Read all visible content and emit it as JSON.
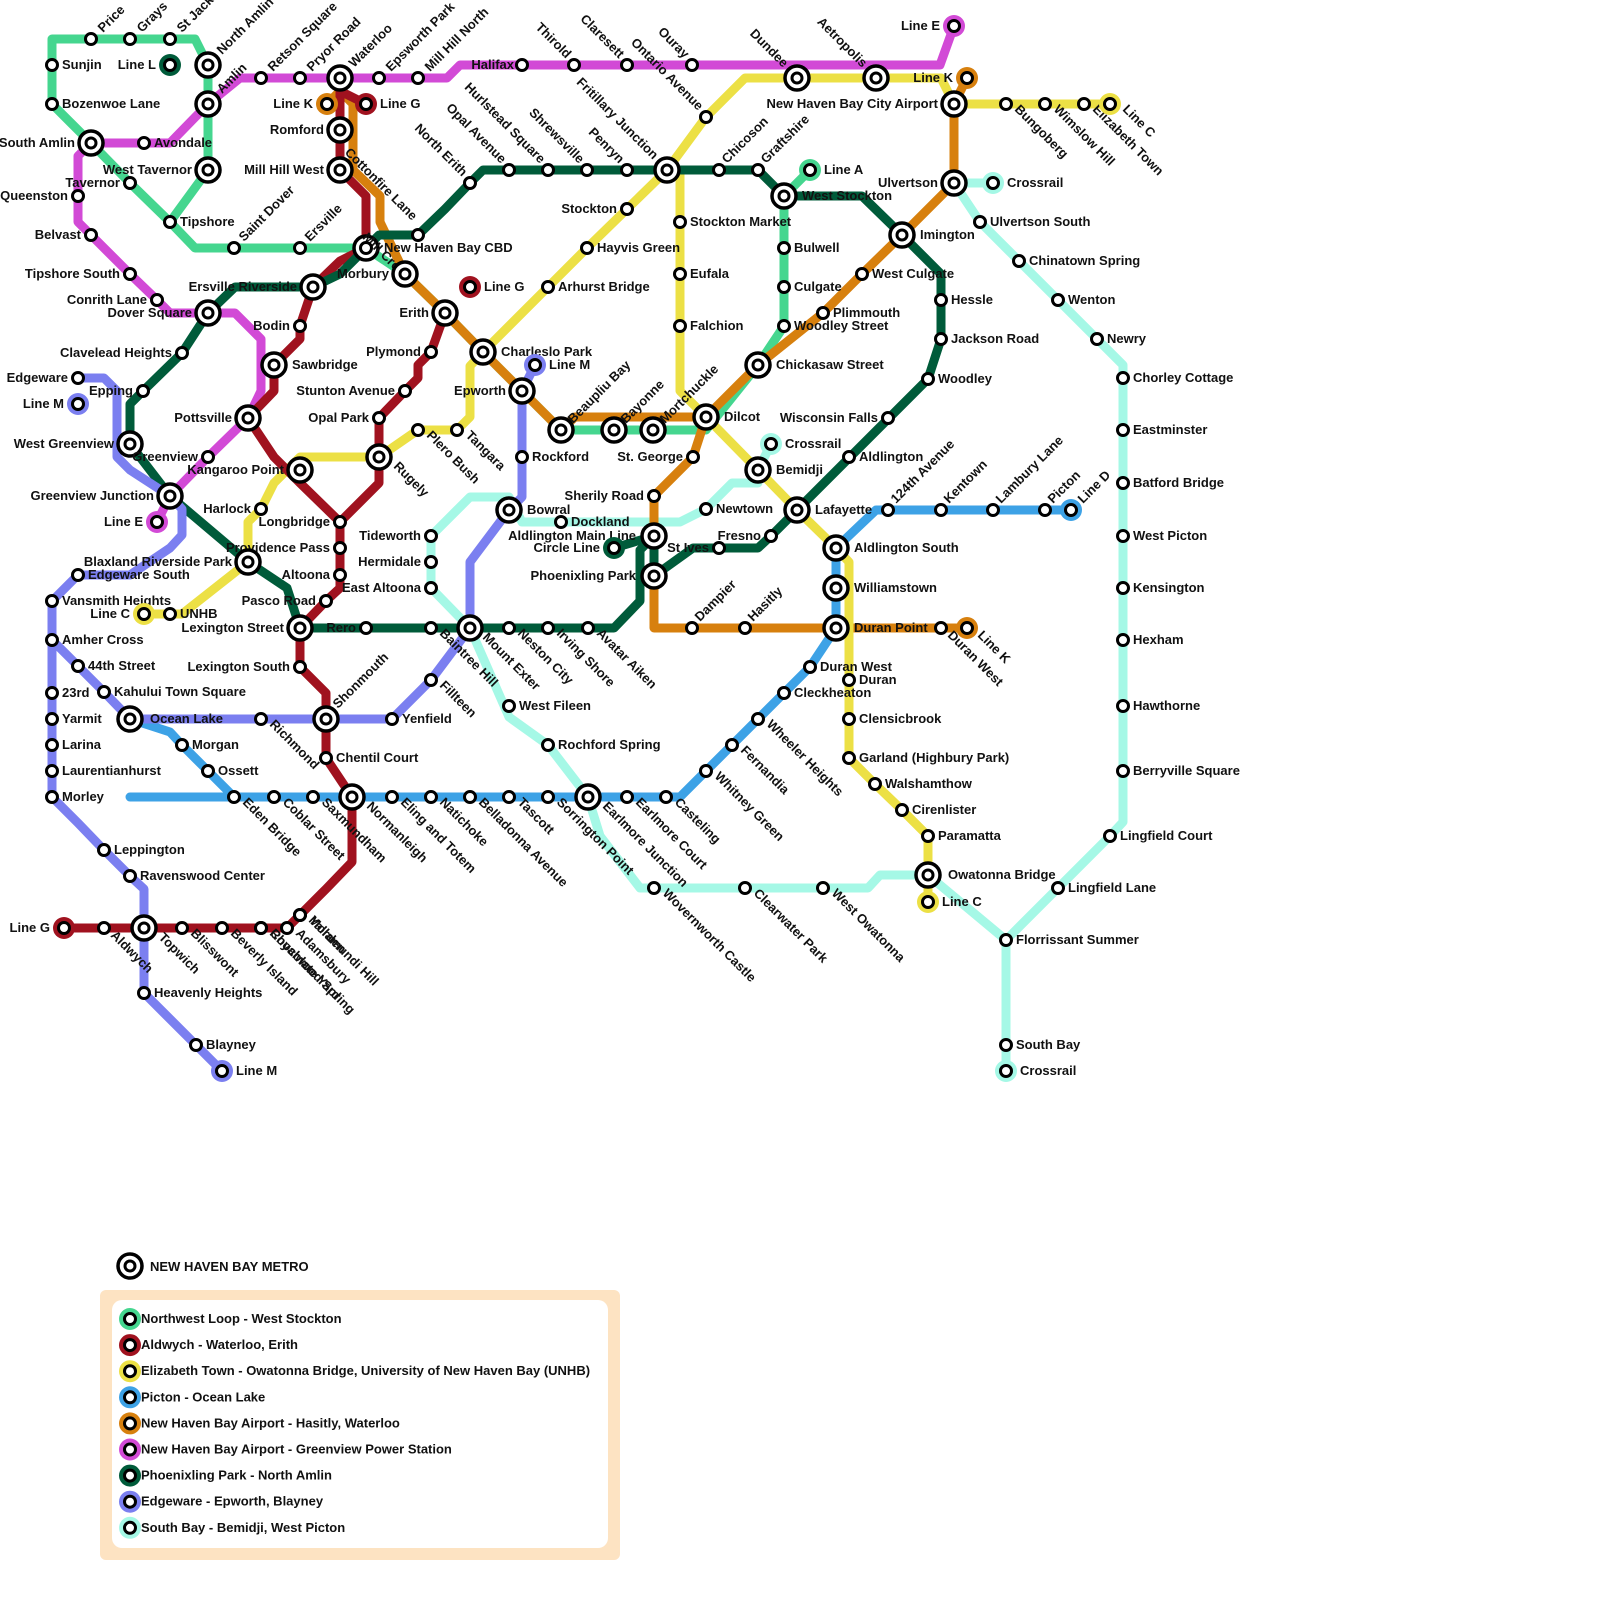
{
  "title": "NEW HAVEN BAY METRO",
  "lines": [
    {
      "id": "nw",
      "name": "Northwest Loop - West Stockton",
      "color": "#45d68f"
    },
    {
      "id": "red",
      "name": "Aldwych - Waterloo, Erith",
      "color": "#a0121f"
    },
    {
      "id": "yellow",
      "name": "Elizabeth Town - Owatonna Bridge, University of New Haven Bay (UNHB)",
      "color": "#ece045"
    },
    {
      "id": "blue",
      "name": "Picton - Ocean Lake",
      "color": "#3da2e6"
    },
    {
      "id": "orange",
      "name": "New Haven Bay Airport - Hasitly, Waterloo",
      "color": "#d7800e"
    },
    {
      "id": "magenta",
      "name": "New Haven Bay Airport - Greenview Power Station",
      "color": "#d24ad6"
    },
    {
      "id": "dkgreen",
      "name": "Phoenixling Park - North Amlin",
      "color": "#005b3a"
    },
    {
      "id": "purple",
      "name": "Edgeware - Epworth, Blayney",
      "color": "#7b7ff0"
    },
    {
      "id": "aqua",
      "name": "South Bay - Bemidji, West Picton",
      "color": "#a5f8e6"
    }
  ],
  "line_ends": [
    {
      "label": "Line L",
      "color": "dkgreen"
    },
    {
      "label": "Line K",
      "color": "orange"
    },
    {
      "label": "Line G",
      "color": "red"
    },
    {
      "label": "Line G",
      "color": "red"
    },
    {
      "label": "Line E",
      "color": "magenta"
    },
    {
      "label": "Line K",
      "color": "orange"
    },
    {
      "label": "Line C",
      "color": "yellow"
    },
    {
      "label": "Line A",
      "color": "nw"
    },
    {
      "label": "Crossrail",
      "color": "aqua"
    },
    {
      "label": "Line M",
      "color": "purple"
    },
    {
      "label": "Crossrail",
      "color": "aqua"
    },
    {
      "label": "Line M",
      "color": "purple"
    },
    {
      "label": "Line E",
      "color": "magenta"
    },
    {
      "label": "Line D",
      "color": "blue"
    },
    {
      "label": "Circle Line",
      "color": "dkgreen"
    },
    {
      "label": "Line C",
      "color": "yellow"
    },
    {
      "label": "Line K",
      "color": "orange"
    },
    {
      "label": "Line C",
      "color": "yellow"
    },
    {
      "label": "Line G",
      "color": "red"
    },
    {
      "label": "Line M",
      "color": "purple"
    },
    {
      "label": "Crossrail",
      "color": "aqua"
    }
  ],
  "stations": [
    {
      "label": "Price"
    },
    {
      "label": "Grays"
    },
    {
      "label": "St Jack"
    },
    {
      "label": "North Amlin"
    },
    {
      "label": "Sunjin"
    },
    {
      "label": "Bozenwoe Lane"
    },
    {
      "label": "Amlin"
    },
    {
      "label": "Retson Square"
    },
    {
      "label": "Pryor Road"
    },
    {
      "label": "Waterloo"
    },
    {
      "label": "Epsworth Park"
    },
    {
      "label": "Mill Hill North"
    },
    {
      "label": "Halifax"
    },
    {
      "label": "Thirold"
    },
    {
      "label": "Claresett"
    },
    {
      "label": "Ontario Avenue"
    },
    {
      "label": "Ouray"
    },
    {
      "label": "Dundee"
    },
    {
      "label": "Aetropolis"
    },
    {
      "label": "New Haven Bay City Airport"
    },
    {
      "label": "Bungoberg"
    },
    {
      "label": "Wimslow Hill"
    },
    {
      "label": "Elizabeth Town"
    },
    {
      "label": "South Amlin"
    },
    {
      "label": "Avondale"
    },
    {
      "label": "West Tavernor"
    },
    {
      "label": "Tavernor"
    },
    {
      "label": "Queenston"
    },
    {
      "label": "Tipshore"
    },
    {
      "label": "Belvast"
    },
    {
      "label": "Saint Dover"
    },
    {
      "label": "Ersville"
    },
    {
      "label": "Romford"
    },
    {
      "label": "Mill Hill West"
    },
    {
      "label": "Cottonfire Lane"
    },
    {
      "label": "Mill Cross"
    },
    {
      "label": "New Haven Bay CBD"
    },
    {
      "label": "North Erith"
    },
    {
      "label": "Opal Avenue"
    },
    {
      "label": "Hurlstead Square"
    },
    {
      "label": "Shrewsville"
    },
    {
      "label": "Penryn"
    },
    {
      "label": "Fritillary Junction"
    },
    {
      "label": "Chicoson"
    },
    {
      "label": "Graftshire"
    },
    {
      "label": "West Stockton"
    },
    {
      "label": "Stockton"
    },
    {
      "label": "Stockton Market"
    },
    {
      "label": "Hayvis Green"
    },
    {
      "label": "Bulwell"
    },
    {
      "label": "Eufala"
    },
    {
      "label": "Culgate"
    },
    {
      "label": "Falchion"
    },
    {
      "label": "Woodley Street"
    },
    {
      "label": "Ulvertson"
    },
    {
      "label": "Ulvertson South"
    },
    {
      "label": "Imington"
    },
    {
      "label": "Chinatown Spring"
    },
    {
      "label": "West Culgate"
    },
    {
      "label": "Wenton"
    },
    {
      "label": "Hessle"
    },
    {
      "label": "Plimmouth"
    },
    {
      "label": "Newry"
    },
    {
      "label": "Jackson Road"
    },
    {
      "label": "Chorley Cottage"
    },
    {
      "label": "Woodley"
    },
    {
      "label": "Chickasaw Street"
    },
    {
      "label": "Tipshore South"
    },
    {
      "label": "Conrith Lane"
    },
    {
      "label": "Dover Square"
    },
    {
      "label": "Ersville Riverside"
    },
    {
      "label": "Morbury"
    },
    {
      "label": "Arhurst Bridge"
    },
    {
      "label": "Erith"
    },
    {
      "label": "Bodin"
    },
    {
      "label": "Clavelead Heights"
    },
    {
      "label": "Plymond"
    },
    {
      "label": "Charleslo Park"
    },
    {
      "label": "Sawbridge"
    },
    {
      "label": "Edgeware"
    },
    {
      "label": "Epping"
    },
    {
      "label": "Stunton Avenue"
    },
    {
      "label": "Epworth"
    },
    {
      "label": "Beaupliu Bay"
    },
    {
      "label": "Bayonne"
    },
    {
      "label": "Mortchuckle"
    },
    {
      "label": "Wisconsin Falls"
    },
    {
      "label": "Eastminster"
    },
    {
      "label": "Pottsville"
    },
    {
      "label": "Opal Park"
    },
    {
      "label": "Dilcot"
    },
    {
      "label": "West Greenview"
    },
    {
      "label": "Greenview"
    },
    {
      "label": "Plero Bush"
    },
    {
      "label": "Tangara"
    },
    {
      "label": "Rockford"
    },
    {
      "label": "St. George"
    },
    {
      "label": "Aldlington"
    },
    {
      "label": "124th Avenue"
    },
    {
      "label": "Kangaroo Point"
    },
    {
      "label": "Rugely"
    },
    {
      "label": "Bemidji"
    },
    {
      "label": "Kentown"
    },
    {
      "label": "Lambury Lane"
    },
    {
      "label": "Batford Bridge"
    },
    {
      "label": "Greenview Junction"
    },
    {
      "label": "Sherily Road"
    },
    {
      "label": "Picton"
    },
    {
      "label": "Harlock"
    },
    {
      "label": "Tideworth"
    },
    {
      "label": "Bowral"
    },
    {
      "label": "Newtown"
    },
    {
      "label": "Lafayette"
    },
    {
      "label": "Longbridge"
    },
    {
      "label": "Dockland"
    },
    {
      "label": "Aldlington Main Line"
    },
    {
      "label": "Fresno"
    },
    {
      "label": "Aldlington South"
    },
    {
      "label": "West Picton"
    },
    {
      "label": "Providence Pass"
    },
    {
      "label": "St Ives"
    },
    {
      "label": "Blaxland Riverside Park"
    },
    {
      "label": "Hermidale"
    },
    {
      "label": "Edgeware South"
    },
    {
      "label": "Altoona"
    },
    {
      "label": "Phoenixling Park"
    },
    {
      "label": "East Altoona"
    },
    {
      "label": "Williamstown"
    },
    {
      "label": "Kensington"
    },
    {
      "label": "Vansmith Heights"
    },
    {
      "label": "Pasco Road"
    },
    {
      "label": "UNHB"
    },
    {
      "label": "Dampier"
    },
    {
      "label": "Hasitly"
    },
    {
      "label": "Lexington Street"
    },
    {
      "label": "Rero"
    },
    {
      "label": "Baintree Hill"
    },
    {
      "label": "Mount Exter"
    },
    {
      "label": "Neston City"
    },
    {
      "label": "Irving Shore"
    },
    {
      "label": "Avatar Aiken"
    },
    {
      "label": "Duran Point"
    },
    {
      "label": "Duran West"
    },
    {
      "label": "Amher Cross"
    },
    {
      "label": "Hexham"
    },
    {
      "label": "44th Street"
    },
    {
      "label": "Lexington South"
    },
    {
      "label": "Duran West"
    },
    {
      "label": "Duran"
    },
    {
      "label": "Shonmouth"
    },
    {
      "label": "Fillteen"
    },
    {
      "label": "Kahului Town Square"
    },
    {
      "label": "23rd"
    },
    {
      "label": "Cleckheaton"
    },
    {
      "label": "West Fileen"
    },
    {
      "label": "Hawthorne"
    },
    {
      "label": "Yarmit"
    },
    {
      "label": "Ocean Lake"
    },
    {
      "label": "Richmond"
    },
    {
      "label": "Yenfield"
    },
    {
      "label": "Clensicbrook"
    },
    {
      "label": "Wheeler Heights"
    },
    {
      "label": "Larina"
    },
    {
      "label": "Morgan"
    },
    {
      "label": "Rochford Spring"
    },
    {
      "label": "Fernandia"
    },
    {
      "label": "Chentil Court"
    },
    {
      "label": "Garland (Highbury Park)"
    },
    {
      "label": "Laurentianhurst"
    },
    {
      "label": "Ossett"
    },
    {
      "label": "Whitney Green"
    },
    {
      "label": "Berryville Square"
    },
    {
      "label": "Walshamthow"
    },
    {
      "label": "Morley"
    },
    {
      "label": "Eden Bridge"
    },
    {
      "label": "Coblar Street"
    },
    {
      "label": "Saxmundham"
    },
    {
      "label": "Normanleigh"
    },
    {
      "label": "Eling and Totem"
    },
    {
      "label": "Natichoke"
    },
    {
      "label": "Belladonna Avenue"
    },
    {
      "label": "Tascott"
    },
    {
      "label": "Sorrington Point"
    },
    {
      "label": "Earlmore Junction"
    },
    {
      "label": "Earlmore Court"
    },
    {
      "label": "Casteling"
    },
    {
      "label": "Cirenlister"
    },
    {
      "label": "Morden"
    },
    {
      "label": "Paramatta"
    },
    {
      "label": "Lingfield Court"
    },
    {
      "label": "Leppington"
    },
    {
      "label": "Ravenswood Center"
    },
    {
      "label": "Adamsbury"
    },
    {
      "label": "Owatonna Bridge"
    },
    {
      "label": "Yallamundi Hill"
    },
    {
      "label": "Wovernworth Castle"
    },
    {
      "label": "Clearwater Park"
    },
    {
      "label": "West Owatonna"
    },
    {
      "label": "Lingfield Lane"
    },
    {
      "label": "Royalwood Spring"
    },
    {
      "label": "Aldwych"
    },
    {
      "label": "Topwich"
    },
    {
      "label": "Blisswont"
    },
    {
      "label": "Beverly Island"
    },
    {
      "label": "Chocolate Yard"
    },
    {
      "label": "Florrissant Summer"
    },
    {
      "label": "Heavenly Heights"
    },
    {
      "label": "Blayney"
    },
    {
      "label": "South Bay"
    }
  ]
}
